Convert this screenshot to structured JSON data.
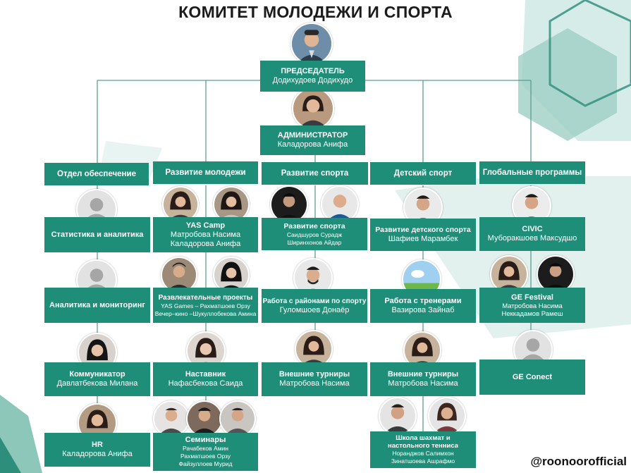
{
  "title": "КОМИТЕТ МОЛОДЕЖИ И СПОРТА",
  "brand": "@roonoorofficial",
  "colors": {
    "box": "#1f8e78",
    "bg_hex": "#cfe9e4",
    "line": "#4a9a8a"
  },
  "chairman": {
    "role": "ПРЕДСЕДАТЕЛЬ",
    "name": "Додихудоев Додихудо"
  },
  "admin": {
    "role": "АДМИНИСТРАТОР",
    "name": "Каладорова Анифа"
  },
  "departments": [
    "Отдел обеспечение",
    "Развитие молодежи",
    "Развитие спорта",
    "Детский спорт",
    "Глобальные программы"
  ],
  "col1": {
    "stats": "Статистика и аналитика",
    "analytics": "Аналитика и мониторинг",
    "comm": {
      "role": "Коммуникатор",
      "name": "Давлатбекова Милана"
    },
    "hr": {
      "role": "HR",
      "name": "Каладорова Анифа"
    }
  },
  "col2": {
    "yas": {
      "role": "YAS Camp",
      "l1": "Матробова Насима",
      "l2": "Каладорова Анифа"
    },
    "fun": {
      "role": "Развлекательные проекты",
      "l1": "YAS Games – Рахматшоев Орзу",
      "l2": "Вечер–кино –Шукуллобекова Амина"
    },
    "mentor": {
      "role": "Наставник",
      "name": "Нафасбекова Саида"
    },
    "seminars": {
      "role": "Семинары",
      "l1": "Рачабеков Амин",
      "l2": "Рахматшоев Орзу",
      "l3": "Файзуллоев Мурид"
    }
  },
  "col3": {
    "sport": {
      "role": "Развитие спорта",
      "l1": "Саидшуров Сурадж",
      "l2": "Ширинхонов Айдар"
    },
    "regions": {
      "role": "Работа с районами по спорту",
      "name": "Гуломшоев Донаёр"
    },
    "external": {
      "role": "Внешние турниры",
      "name": "Матробова Насима"
    }
  },
  "col4": {
    "kids": {
      "role": "Развитие детского спорта",
      "name": "Шафиев Марамбек"
    },
    "coaches": {
      "role": "Работа с тренерами",
      "name": "Вазирова Зайнаб"
    },
    "external": {
      "role": "Внешние турниры",
      "name": "Матробова Насима"
    },
    "chess": {
      "l1": "Школа шахмат и",
      "l2": "настольного тенниса",
      "l3": "Норанджов Салимхон",
      "l4": "Зинатшоева Ашрафмо"
    }
  },
  "col5": {
    "civic": {
      "role": "CIVIC",
      "name": "Муборакшоев Максудшо"
    },
    "gef": {
      "role": "GE Festival",
      "l1": "Матробова Насима",
      "l2": "Неккадамов Рамеш"
    },
    "gec": {
      "role": "GE Conect"
    }
  }
}
